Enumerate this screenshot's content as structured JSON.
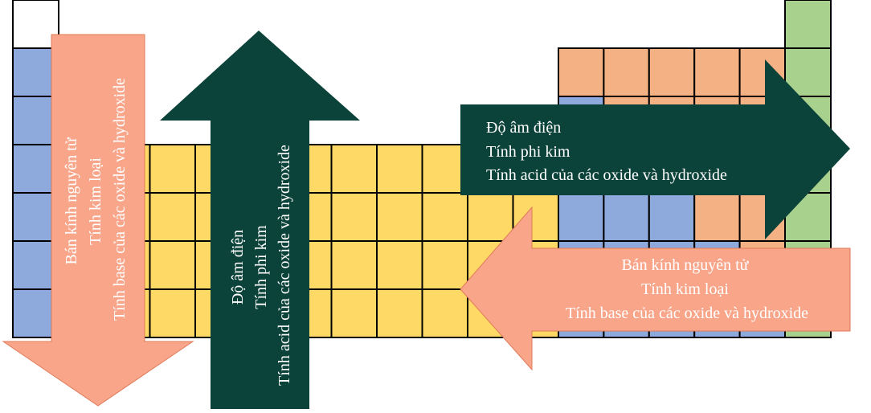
{
  "colors": {
    "block_s_alkali": "#8EA9DB",
    "block_s_alkaline_earth": "#8EA9DB",
    "block_d": "#FFD966",
    "block_p_metal": "#8EA9DB",
    "block_p_nonmetal": "#F4B183",
    "noble_gas": "#A9D18E",
    "hydrogen": "#FFFFFF",
    "grid_line": "#000000",
    "arrow_salmon": "#F8A58A",
    "arrow_dark": "#0B4239",
    "text_on_dark": "#FFFFFF",
    "text_on_salmon": "#FFFFFF"
  },
  "arrows": {
    "down": {
      "lines": [
        "Bán kính nguyên tử",
        "Tính kim loại",
        "Tính base của các oxide và hydroxide"
      ],
      "direction": "down"
    },
    "up": {
      "lines": [
        "Độ âm điện",
        "Tính phi kim",
        "Tính acid của các oxide và hydroxide"
      ],
      "direction": "up"
    },
    "right": {
      "lines": [
        "Độ âm điện",
        "Tính phi kim",
        "Tính acid của các oxide và hydroxide"
      ],
      "direction": "right"
    },
    "left": {
      "lines": [
        "Bán kính nguyên tử",
        "Tính kim loại",
        "Tính base của các oxide và hydroxide"
      ],
      "direction": "left"
    }
  }
}
